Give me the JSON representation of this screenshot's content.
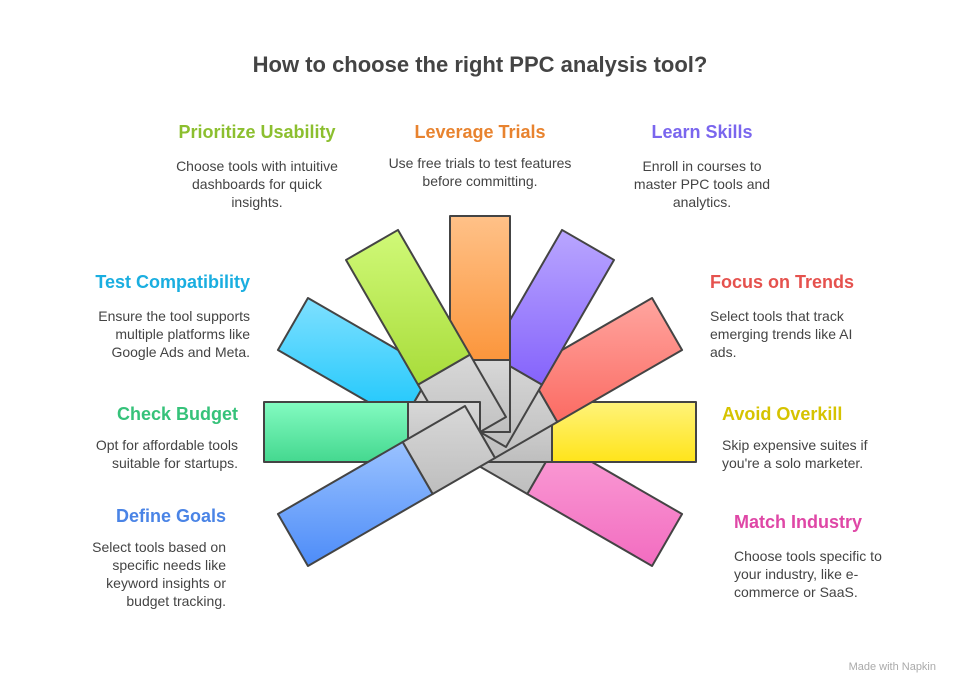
{
  "title": "How to choose the right PPC analysis tool?",
  "items": [
    {
      "id": "prioritize-usability",
      "title": "Prioritize Usability",
      "desc": "Choose tools with intuitive dashboards for quick insights.",
      "color": "#8cbf2f"
    },
    {
      "id": "leverage-trials",
      "title": "Leverage Trials",
      "desc": "Use free trials to test features before committing.",
      "color": "#e8832f"
    },
    {
      "id": "learn-skills",
      "title": "Learn Skills",
      "desc": "Enroll in courses to master PPC tools and analytics.",
      "color": "#7a66ee"
    },
    {
      "id": "test-compatibility",
      "title": "Test Compatibility",
      "desc": "Ensure the tool supports multiple platforms like Google Ads and Meta.",
      "color": "#1aaee0"
    },
    {
      "id": "focus-on-trends",
      "title": "Focus on Trends",
      "desc": "Select tools that track emerging trends like AI ads.",
      "color": "#e5524e"
    },
    {
      "id": "check-budget",
      "title": "Check Budget",
      "desc": "Opt for affordable tools suitable for startups.",
      "color": "#36c27a"
    },
    {
      "id": "avoid-overkill",
      "title": "Avoid Overkill",
      "desc": "Skip expensive suites if you're a solo marketer.",
      "color": "#d6c300"
    },
    {
      "id": "define-goals",
      "title": "Define Goals",
      "desc": "Select tools based on specific needs like keyword insights or budget tracking.",
      "color": "#4a84e6"
    },
    {
      "id": "match-industry",
      "title": "Match Industry",
      "desc": "Choose tools specific to your industry, like e-commerce or SaaS.",
      "color": "#df47a6"
    }
  ],
  "blades": [
    {
      "name": "match-industry",
      "angle": 330,
      "top": "#fb9fd6",
      "bottom": "#f26cc0"
    },
    {
      "name": "avoid-overkill",
      "angle": 0,
      "top": "#fff37a",
      "bottom": "#ffe41a"
    },
    {
      "name": "focus-on-trends",
      "angle": 30,
      "top": "#ffa59f",
      "bottom": "#fb6b63"
    },
    {
      "name": "learn-skills",
      "angle": 60,
      "top": "#b9a6ff",
      "bottom": "#8563fb"
    },
    {
      "name": "test-compatibility",
      "angle": 150,
      "top": "#7fe0ff",
      "bottom": "#19c6fb"
    },
    {
      "name": "leverage-trials",
      "angle": 90,
      "top": "#ffc188",
      "bottom": "#fb963c"
    },
    {
      "name": "prioritize-usability",
      "angle": 120,
      "top": "#d0f978",
      "bottom": "#a8dc3a"
    },
    {
      "name": "check-budget",
      "angle": 180,
      "top": "#83fbc1",
      "bottom": "#44d88f"
    },
    {
      "name": "define-goals",
      "angle": 210,
      "top": "#9ac2ff",
      "bottom": "#4d8cf8"
    }
  ],
  "watermark": "Made with Napkin"
}
